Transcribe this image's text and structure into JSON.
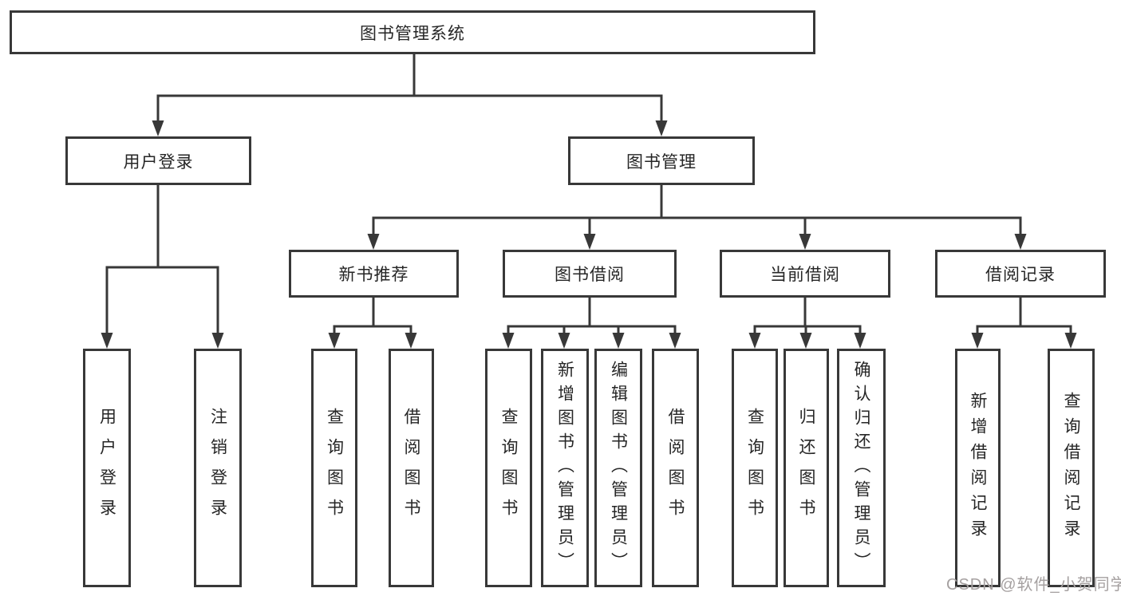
{
  "diagram": {
    "root": {
      "label": "图书管理系统"
    },
    "level2": [
      {
        "label": "用户登录"
      },
      {
        "label": "图书管理"
      }
    ],
    "level3": [
      {
        "label": "新书推荐"
      },
      {
        "label": "图书借阅"
      },
      {
        "label": "当前借阅"
      },
      {
        "label": "借阅记录"
      }
    ],
    "leaves": {
      "user": [
        {
          "label": "用户登录"
        },
        {
          "label": "注销登录"
        }
      ],
      "new_book": [
        {
          "label": "查询图书"
        },
        {
          "label": "借阅图书"
        }
      ],
      "borrow": [
        {
          "label": "查询图书"
        },
        {
          "label": "新增图书（管理员）"
        },
        {
          "label": "编辑图书（管理员）"
        },
        {
          "label": "借阅图书"
        }
      ],
      "current": [
        {
          "label": "查询图书"
        },
        {
          "label": "归还图书"
        },
        {
          "label": "确认归还（管理员）"
        }
      ],
      "record": [
        {
          "label": "新增借阅记录"
        },
        {
          "label": "查询借阅记录"
        }
      ]
    }
  },
  "watermark": {
    "text": "CSDN @软件_小贺同学",
    "color": "#a5a0a0"
  },
  "colors": {
    "line": "#383838",
    "box_border": "#383838",
    "text": "#262626",
    "background": "#ffffff"
  }
}
